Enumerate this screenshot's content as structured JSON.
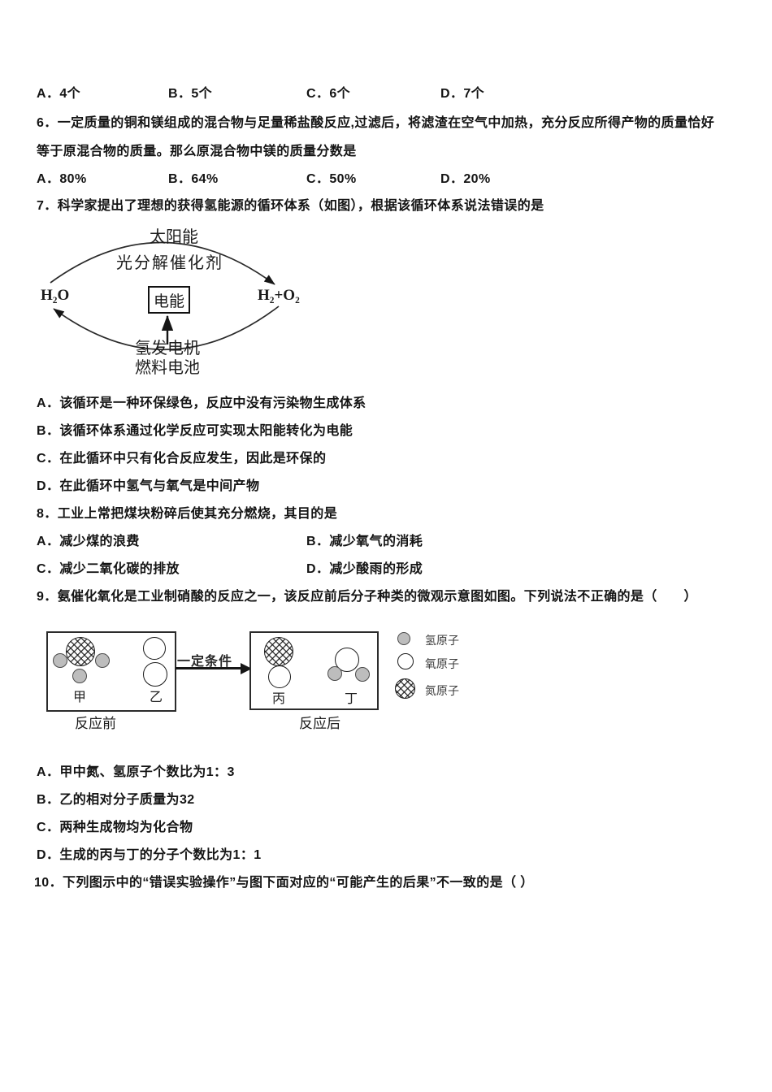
{
  "page": {
    "background": "#ffffff",
    "ink": "#141414"
  },
  "q5": {
    "options": [
      "A．4个",
      "B．5个",
      "C．6个",
      "D．7个"
    ]
  },
  "q6": {
    "stem_line1": "6．一定质量的铜和镁组成的混合物与足量稀盐酸反应,过滤后，将滤渣在空气中加热，充分反应所得产物的质量恰好",
    "stem_line2": "等于原混合物的质量。那么原混合物中镁的质量分数是",
    "options": [
      "A．80%",
      "B．64%",
      "C．50%",
      "D．20%"
    ]
  },
  "q7": {
    "stem": "7．科学家提出了理想的获得氢能源的循环体系（如图），根据该循环体系说法错误的是",
    "diagram": {
      "solar_energy": "太阳能",
      "catalyst": "光分解催化剂",
      "water": "H₂O",
      "electric_energy": "电能",
      "products": "H₂+O₂",
      "generator": "氢发电机",
      "fuel_cell": "燃料电池"
    },
    "options": [
      "A．该循环是一种环保绿色，反应中没有污染物生成体系",
      "B．该循环体系通过化学反应可实现太阳能转化为电能",
      "C．在此循环中只有化合反应发生，因此是环保的",
      "D．在此循环中氢气与氧气是中间产物"
    ]
  },
  "q8": {
    "stem": "8．工业上常把煤块粉碎后使其充分燃烧，其目的是",
    "options": [
      "A．减少煤的浪费",
      "B．减少氧气的消耗",
      "C．减少二氧化碳的排放",
      "D．减少酸雨的形成"
    ]
  },
  "q9": {
    "stem": "9．氨催化氧化是工业制硝酸的反应之一，该反应前后分子种类的微观示意图如图。下列说法不正确的是（　　）",
    "diagram": {
      "condition": "一定条件",
      "before_caption": "反应前",
      "after_caption": "反应后",
      "molecule_labels": [
        "甲",
        "乙",
        "丙",
        "丁"
      ],
      "legend": [
        {
          "atom": "hydrogen",
          "label": "氢原子"
        },
        {
          "atom": "oxygen",
          "label": "氧原子"
        },
        {
          "atom": "nitrogen",
          "label": "氮原子"
        }
      ]
    },
    "options": [
      "A．甲中氮、氢原子个数比为1：3",
      "B．乙的相对分子质量为32",
      "C．两种生成物均为化合物",
      "D．生成的丙与丁的分子个数比为1：1"
    ]
  },
  "q10": {
    "stem": "10．下列图示中的“错误实验操作”与图下面对应的“可能产生的后果”不一致的是（ ）"
  }
}
